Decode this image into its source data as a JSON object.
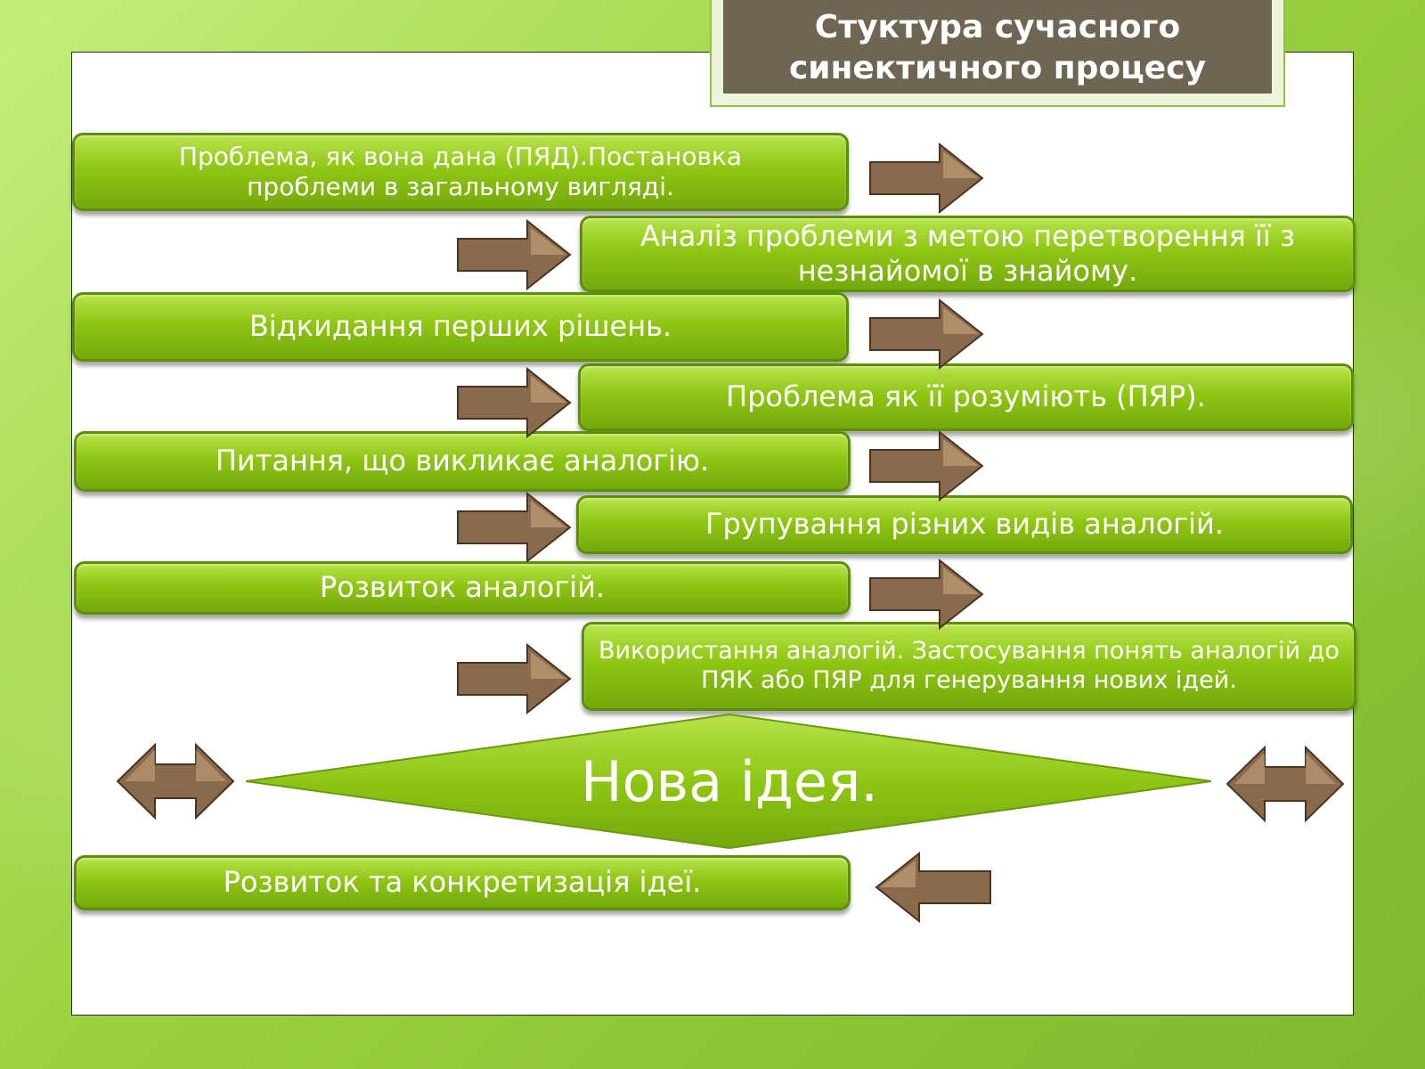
{
  "slide": {
    "title": "Стуктура сучасного\nсинектичного процесу"
  },
  "steps": [
    {
      "label": "Проблема, як вона дана (ПЯД).Постановка проблеми в загальному вигляді."
    },
    {
      "label": "Аналіз проблеми з метою перетворення її з незнайомої в знайому."
    },
    {
      "label": "Відкидання перших рішень."
    },
    {
      "label": "Проблема як її розуміють (ПЯР)."
    },
    {
      "label": "Питання, що викликає аналогію."
    },
    {
      "label": "Групування різних видів аналогій."
    },
    {
      "label": "Розвиток аналогій."
    },
    {
      "label": "Використання аналогій. Застосування понять аналогій до ПЯК або ПЯР для генерування нових ідей."
    }
  ],
  "result": {
    "label": "Нова ідея."
  },
  "final_step": {
    "label": "Розвиток та конкретизація ідеї."
  },
  "colors": {
    "box_green": "#8fc614",
    "arrow_brown": "#8a6a4c",
    "title_bg": "#6e6552"
  },
  "icons": [
    "arrow-right-icon",
    "double-arrow-icon",
    "arrow-left-icon"
  ]
}
